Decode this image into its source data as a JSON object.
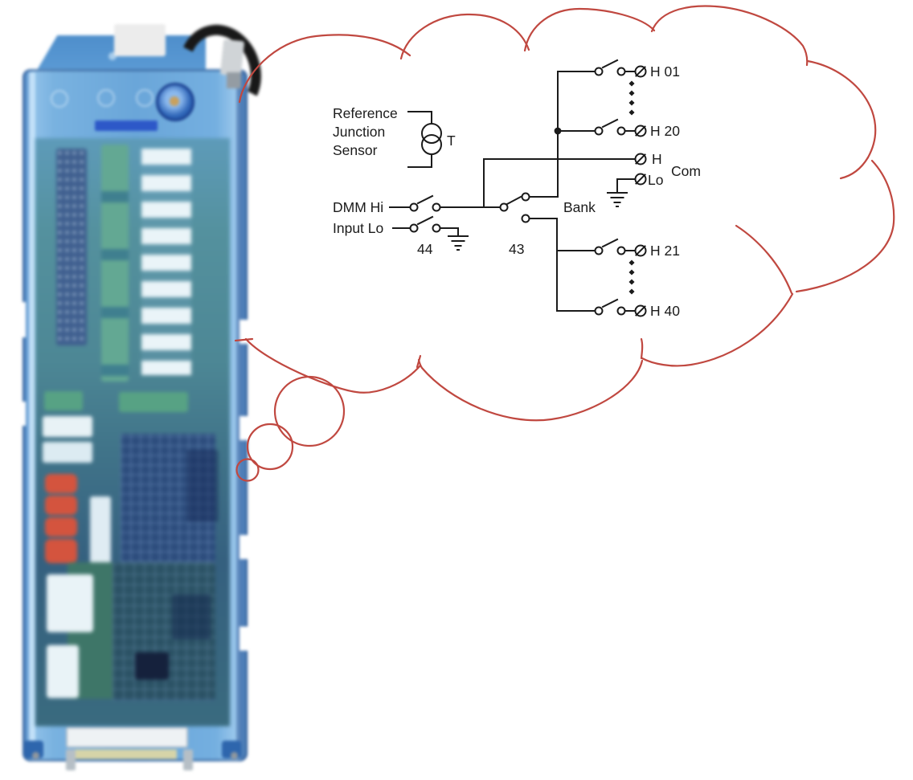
{
  "colors": {
    "cloud_outline": "#c04840",
    "schematic_ink": "#1b1b1b",
    "module_case_blue": "#6aa6d9",
    "module_pcb_teal": "#4d8795",
    "module_component_red": "#d4543e",
    "module_relay_white": "#eaf4f8"
  },
  "module": {
    "description": "Blurred photo of a blue translucent plug-in module showing internal PCB with relays, connectors and components"
  },
  "schematic": {
    "reference_sensor": {
      "line1": "Reference",
      "line2": "Junction",
      "line3": "Sensor",
      "symbol": "T"
    },
    "dmm": {
      "hi": "DMM Hi",
      "lo": "Input Lo",
      "switch": "44"
    },
    "bank": {
      "switch": "43",
      "label": "Bank"
    },
    "channels": {
      "h01": "H 01",
      "h20": "H 20",
      "h21": "H 21",
      "h40": "H 40"
    },
    "com": {
      "h": "H",
      "lo": "Lo",
      "label": "Com"
    }
  }
}
